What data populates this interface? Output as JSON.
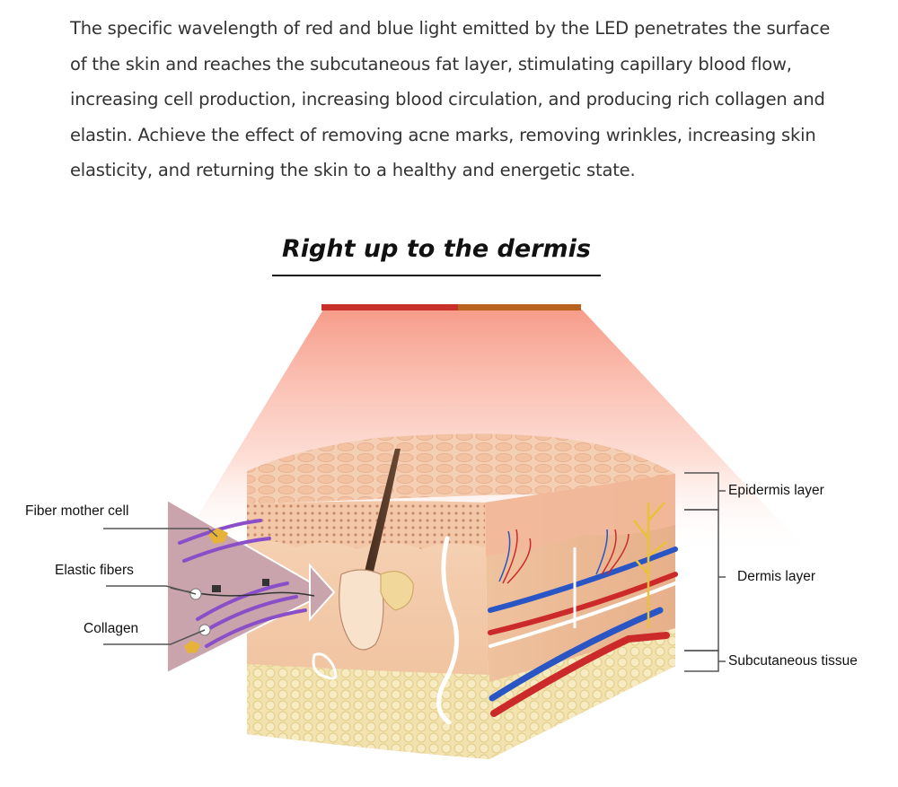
{
  "intro": {
    "lines": [
      "The specific wavelength of red and blue light emitted by the LED penetrates the surface",
      "of the skin and reaches the subcutaneous fat layer, stimulating capillary blood flow,",
      "increasing cell production, increasing blood circulation, and producing rich collagen and",
      "elastin. Achieve the effect of removing acne marks, removing wrinkles, increasing skin",
      "elasticity, and returning the skin to a healthy and energetic state."
    ]
  },
  "title": "Right up to the dermis",
  "left_labels": {
    "fiber_mother_cell": "Fiber mother cell",
    "elastic_fibers": "Elastic fibers",
    "collagen": "Collagen"
  },
  "right_labels": {
    "epidermis": "Epidermis layer",
    "dermis": "Dermis layer",
    "subcutaneous": "Subcutaneous tissue"
  },
  "colors": {
    "led_red": "#c8302a",
    "led_orange": "#b8641e",
    "light_beam": "#f6a08a",
    "skin": "#f2c9a6",
    "epidermis": "#f4d5b8",
    "fat": "#f0e0a4",
    "vessel_red": "#cc2a2a",
    "vessel_blue": "#2a55c4",
    "fiber_purple": "#8a4fc8"
  }
}
